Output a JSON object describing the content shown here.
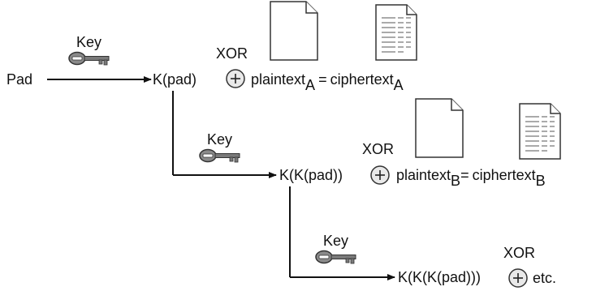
{
  "labels": {
    "pad": "Pad",
    "key": "Key",
    "xor": "XOR",
    "equals": "=",
    "etc": "etc."
  },
  "stages": [
    {
      "k_label": "K(pad)",
      "plaintext": "plaintext",
      "plaintext_sub": "A",
      "ciphertext": "ciphertext",
      "ciphertext_sub": "A"
    },
    {
      "k_label": "K(K(pad))",
      "plaintext": "plaintext",
      "plaintext_sub": "B",
      "ciphertext": "ciphertext",
      "ciphertext_sub": "B"
    },
    {
      "k_label": "K(K(K(pad)))"
    }
  ],
  "icons": {
    "key": "key-icon",
    "plaintext_doc": "blank-document-icon",
    "ciphertext_doc": "text-document-icon",
    "xor": "circled-plus-icon"
  },
  "colors": {
    "ink": "#111111",
    "key_fill": "#8a8a8a",
    "xor_fill": "#e9e9e9"
  }
}
